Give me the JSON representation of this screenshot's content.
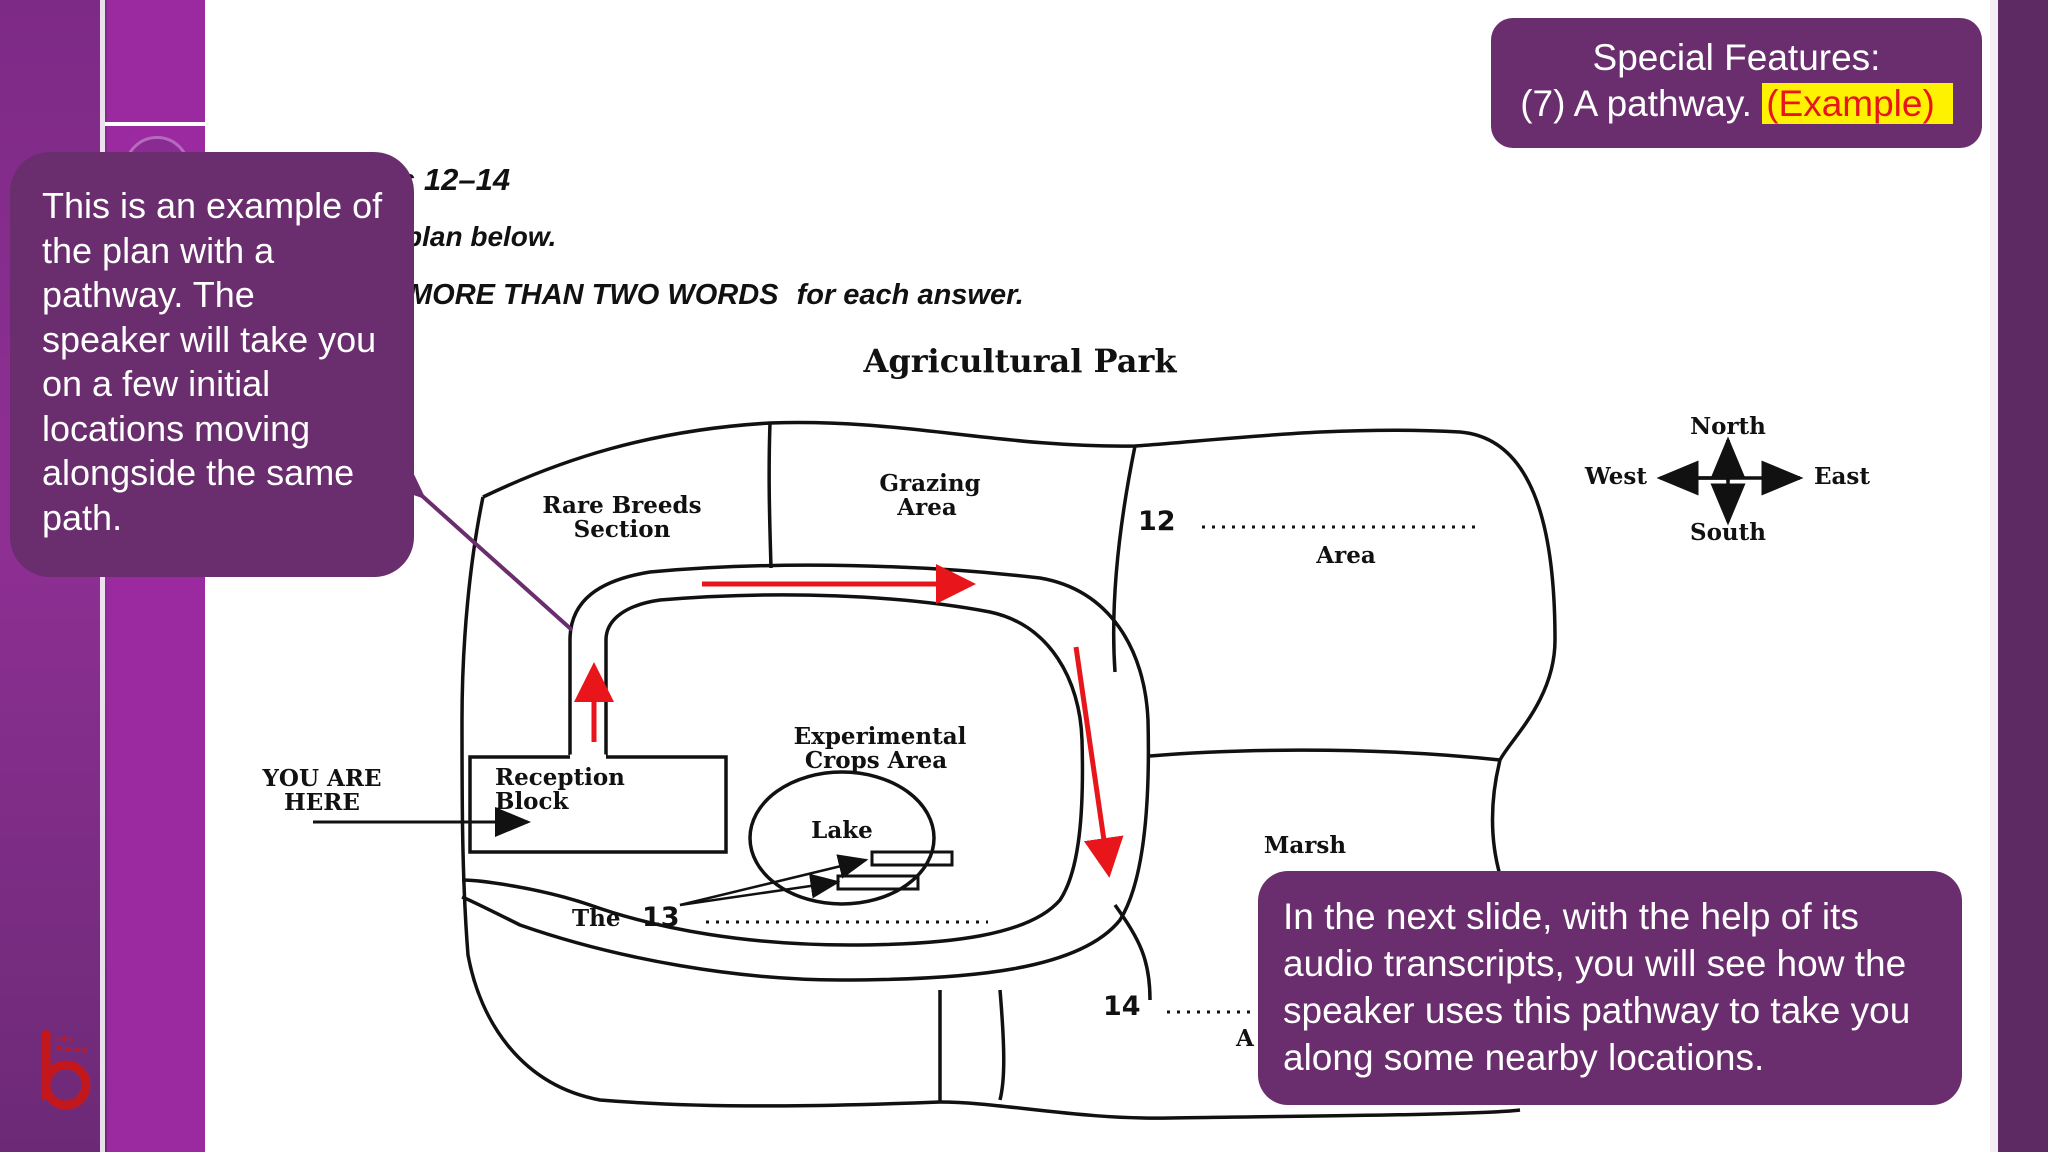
{
  "info_box": {
    "text": "This is an example of the plan with a pathway. The speaker will take you on a few initial locations moving alongside the same path."
  },
  "features_box": {
    "line1": "Special Features:",
    "line2": "(7) A pathway.",
    "example": "(Example)"
  },
  "next_box": {
    "text": "In the next slide, with the help of its audio transcripts, you will see how the speaker uses this pathway to take you along some nearby locations."
  },
  "worksheet": {
    "questions_label": "s 12–14",
    "instruction1": "plan below.",
    "instruction2_bold": "MORE THAN TWO WORDS",
    "instruction2_rest": "for each answer."
  },
  "map": {
    "title": "Agricultural Park",
    "compass": {
      "north": "North",
      "south": "South",
      "east": "East",
      "west": "West"
    },
    "areas": {
      "rare_breeds_1": "Rare Breeds",
      "rare_breeds_2": "Section",
      "grazing_1": "Grazing",
      "grazing_2": "Area",
      "q12_num": "12",
      "q12_area": "Area",
      "experimental_1": "Experimental",
      "experimental_2": "Crops Area",
      "lake": "Lake",
      "reception_1": "Reception",
      "reception_2": "Block",
      "you_are_1": "YOU ARE",
      "you_are_2": "HERE",
      "the": "The",
      "q13_num": "13",
      "marsh": "Marsh",
      "q14_num": "14",
      "q14_area_partial": "A"
    }
  },
  "logo": {
    "text1": "ielts",
    "text2": "Backup"
  },
  "colors": {
    "purple_box": "#6a2d6e",
    "highlight": "#fff200",
    "example_text": "#e8161b",
    "arrow_red": "#e8161b"
  }
}
